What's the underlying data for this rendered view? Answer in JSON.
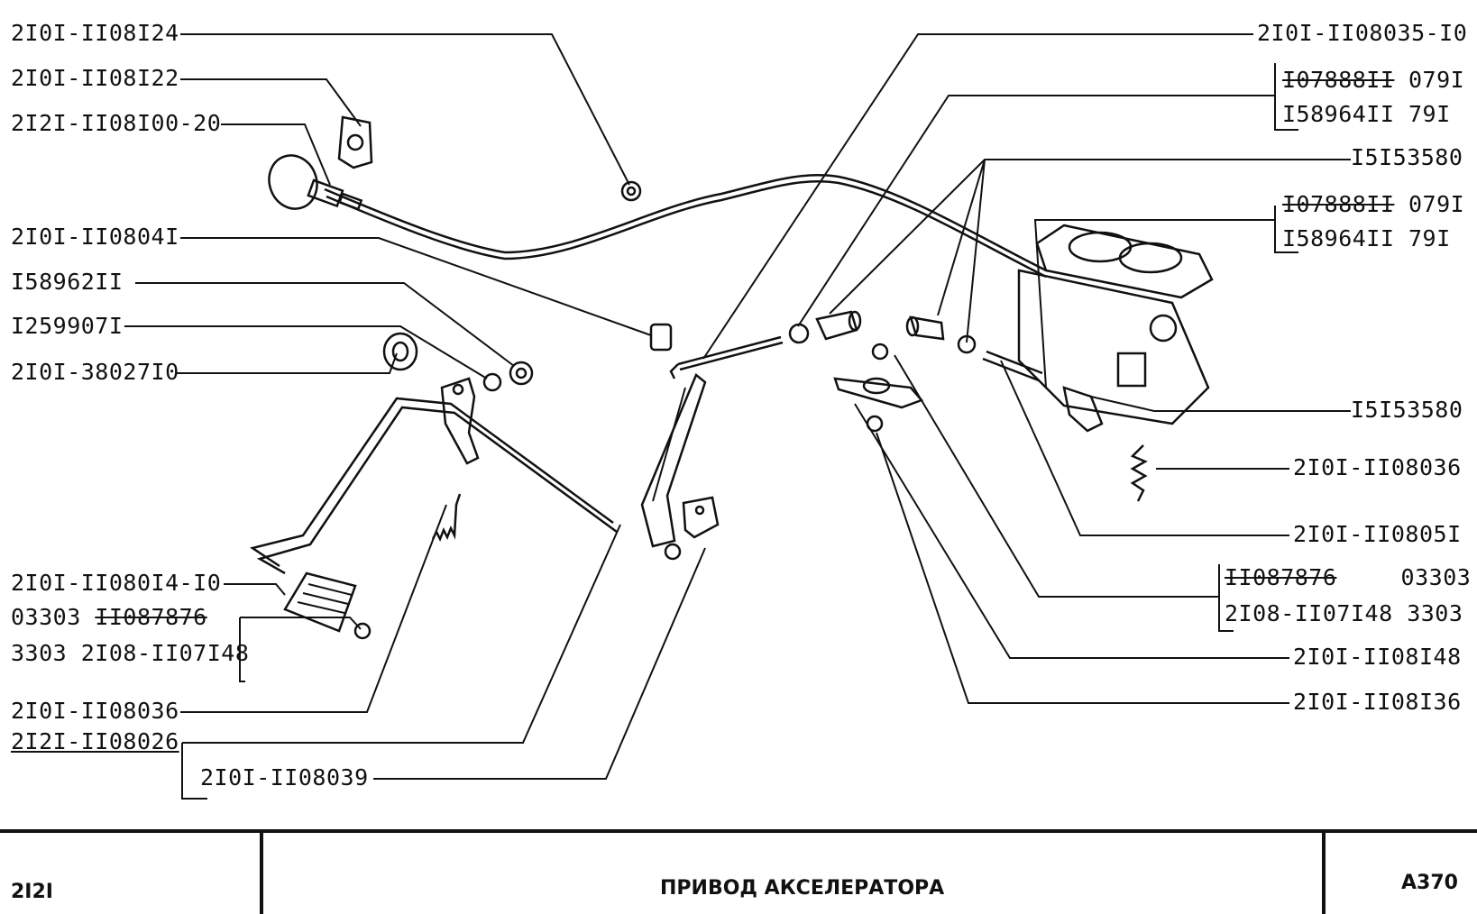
{
  "diagram": {
    "labels_left": [
      "2I0I-II08I24",
      "2I0I-II08I22",
      "2I2I-II08I00-20",
      "2I0I-II0804I",
      "I58962II",
      "I259907I",
      "2I0I-38027I0",
      "2I0I-II080I4-I0",
      "2I0I-II08036",
      "2I2I-II08026",
      "2I0I-II08039"
    ],
    "group_left": {
      "row1_prefix": "03303",
      "row1_struck": "II087876",
      "row2": "3303 2I08-II07I48"
    },
    "labels_right": [
      "2I0I-II08035-I0",
      "I5I53580",
      "I5I53580",
      "2I0I-II08036",
      "2I0I-II0805I",
      "2I0I-II08I48",
      "2I0I-II08I36"
    ],
    "group_right_1": {
      "row1_struck": "I07888II",
      "row1_code": "079I",
      "row2_code": "I58964II",
      "row2_suffix": "79I"
    },
    "group_right_2": {
      "row1_struck": "I07888II",
      "row1_code": "079I",
      "row2_code": "I58964II",
      "row2_suffix": "79I"
    },
    "group_right_3": {
      "row1_struck": "II087876",
      "row1_code": "03303",
      "row2_code": "2I08-II07I48",
      "row2_suffix": "3303"
    }
  },
  "title_block": {
    "model": "2I2I",
    "title": "ПРИВОД АКСЕЛЕРАТОРА",
    "code": "A370"
  }
}
